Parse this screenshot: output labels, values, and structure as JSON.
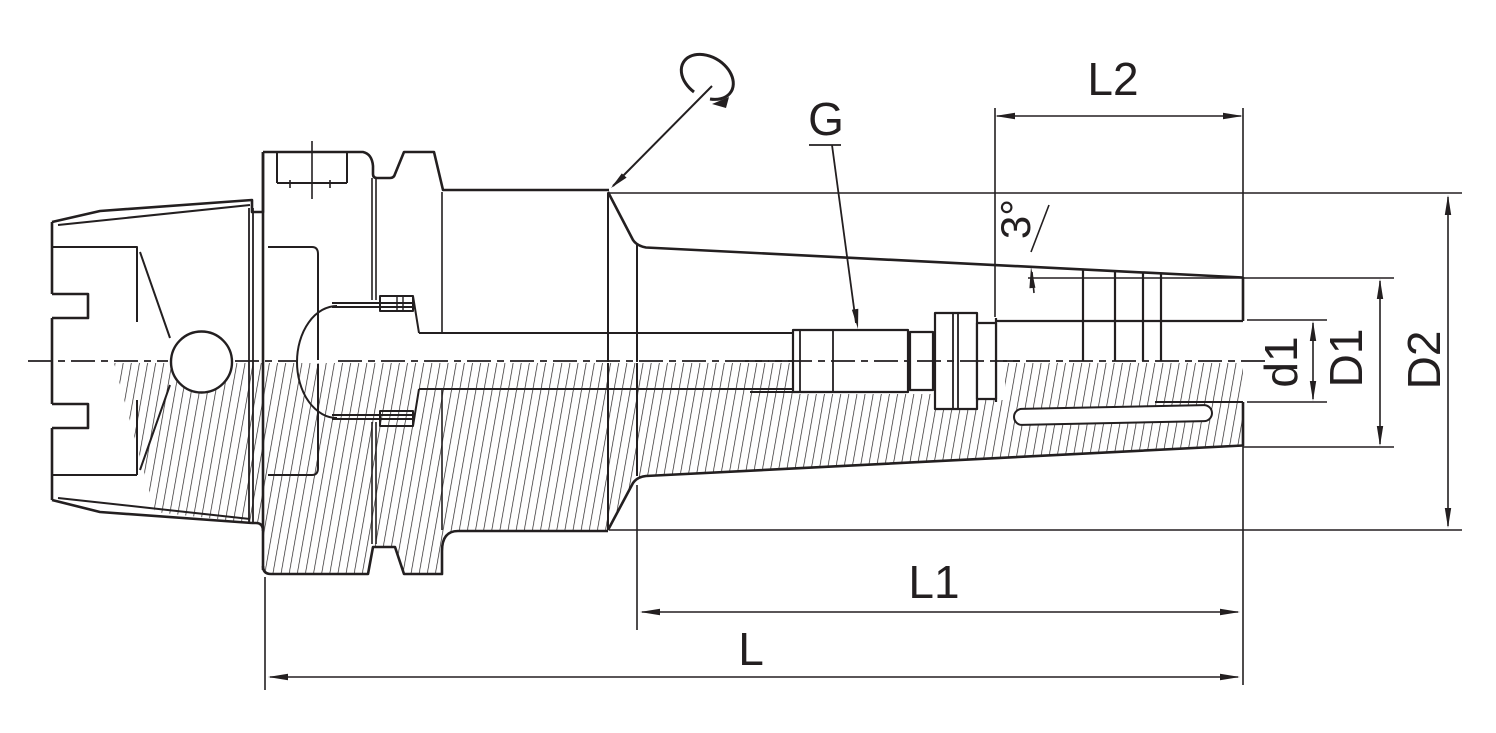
{
  "drawing": {
    "type": "technical-drawing",
    "subject": "shrink-fit tool holder cross-section",
    "colors": {
      "line": "#231f20",
      "background": "#ffffff"
    },
    "labels": {
      "l2": "L2",
      "g": "G",
      "angle": "3°",
      "d1": "d1",
      "D1": "D1",
      "D2": "D2",
      "l1": "L1",
      "l": "L"
    }
  }
}
